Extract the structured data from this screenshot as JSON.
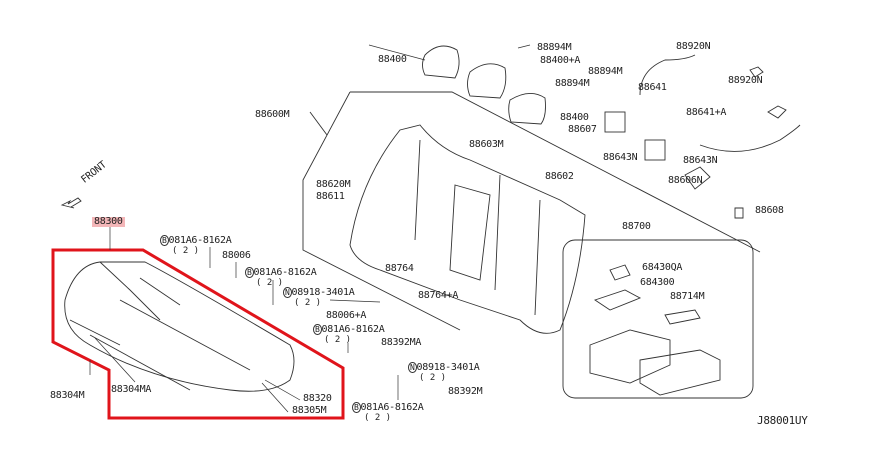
{
  "diagram": {
    "front_label": "FRONT",
    "code": "J88001UY",
    "highlight_color": "#e0141b",
    "parts": {
      "p88400a": "88400",
      "p88894m_a": "88894M",
      "p88400pa": "88400+A",
      "p88894m_b": "88894M",
      "p88894m_c": "88894M",
      "p88920n_a": "88920N",
      "p88641": "88641",
      "p88920n_b": "88920N",
      "p88641pa": "88641+A",
      "p88400b": "88400",
      "p88607": "88607",
      "p88600m": "88600M",
      "p88603m": "88603M",
      "p88643n_a": "88643N",
      "p88643n_b": "88643N",
      "p88602": "88602",
      "p88606n": "88606N",
      "p88620m": "88620M",
      "p88611": "88611",
      "p88608": "88608",
      "p88300": "88300",
      "p88700": "88700",
      "p88006": "88006",
      "p68430qa": "68430QA",
      "p88764": "88764",
      "p684300": "684300",
      "p88764pa": "88764+A",
      "p88714m": "88714M",
      "p88006pa": "88006+A",
      "p88392ma": "88392MA",
      "p88304ma": "88304MA",
      "p88392m": "88392M",
      "p88304m": "88304M",
      "p88320": "88320",
      "p88305m": "88305M"
    },
    "fasteners": {
      "b1": "081A6-8162A",
      "b2": "081A6-8162A",
      "b3": "081A6-8162A",
      "b4": "081A6-8162A",
      "n1": "08918-3401A",
      "n2": "08918-3401A",
      "qty": "( 2 )",
      "b_mark": "B",
      "n_mark": "N"
    }
  }
}
